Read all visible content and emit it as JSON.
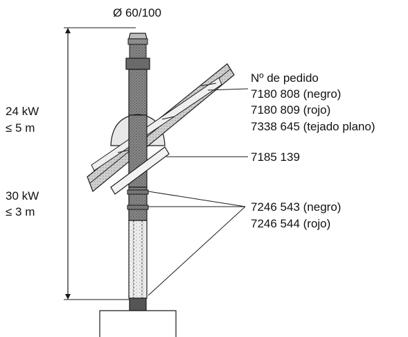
{
  "diameter": "Ø 60/100",
  "power_high": {
    "kw": "24 kW",
    "length": "≤ 5 m"
  },
  "power_low": {
    "kw": "30 kW",
    "length": "≤ 3 m"
  },
  "order": {
    "heading": "Nº de pedido",
    "lines": [
      "7180 808 (negro)",
      "7180 809 (rojo)",
      "7338 645 (tejado plano)"
    ]
  },
  "flashing_code": "7185 139",
  "clamp": {
    "lines": [
      "7246 543 (negro)",
      "7246 544 (rojo)"
    ]
  },
  "colors": {
    "line": "#1a1a1a",
    "pipe_dark": "#6e6e6e",
    "pipe_light": "#e2e2e2",
    "roof": "#c8c8c8"
  }
}
